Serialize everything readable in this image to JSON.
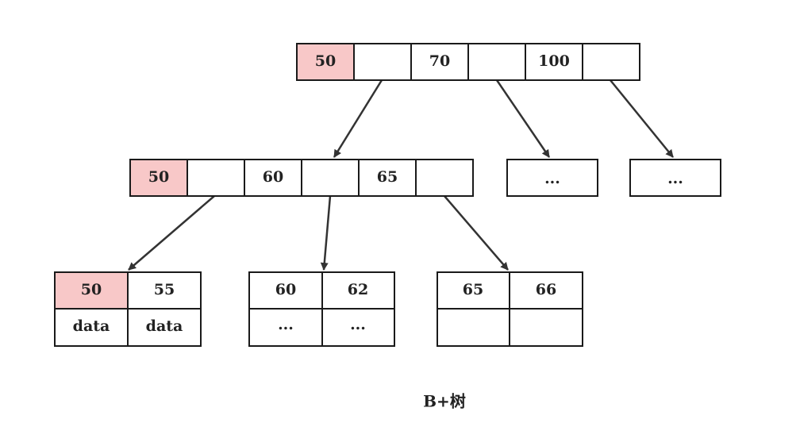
{
  "diagram": {
    "caption": "B+树",
    "colors": {
      "highlight": "#f8c8c8",
      "border": "#1a1a1a",
      "edge": "#333333",
      "text": "#222222"
    },
    "root": {
      "cells": [
        "50",
        "",
        "70",
        "",
        "100",
        ""
      ],
      "highlighted": [
        0
      ]
    },
    "level1": {
      "internal": {
        "cells": [
          "50",
          "",
          "60",
          "",
          "65",
          ""
        ],
        "highlighted": [
          0
        ]
      },
      "placeholder_a": "...",
      "placeholder_b": "..."
    },
    "leaves": [
      {
        "keys": [
          "50",
          "55"
        ],
        "values": [
          "data",
          "data"
        ],
        "highlighted": [
          0
        ]
      },
      {
        "keys": [
          "60",
          "62"
        ],
        "values": [
          "...",
          "..."
        ],
        "highlighted": []
      },
      {
        "keys": [
          "65",
          "66"
        ],
        "values": [
          "",
          ""
        ],
        "highlighted": []
      }
    ],
    "edges": [
      {
        "from": "root-pointer-1",
        "to": "node-level1-internal"
      },
      {
        "from": "root-pointer-3",
        "to": "node-level1-placeholder-a"
      },
      {
        "from": "root-pointer-5",
        "to": "node-level1-placeholder-b"
      },
      {
        "from": "level1-pointer-1",
        "to": "leaf-1"
      },
      {
        "from": "level1-pointer-3",
        "to": "leaf-2"
      },
      {
        "from": "level1-pointer-5",
        "to": "leaf-3"
      }
    ]
  }
}
